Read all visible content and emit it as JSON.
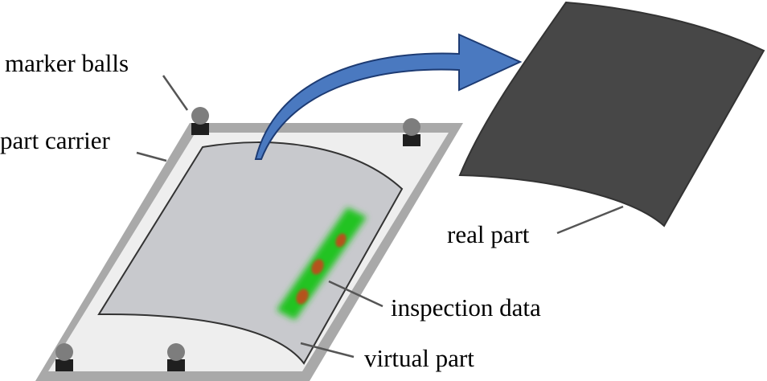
{
  "labels": {
    "marker_balls": "marker balls",
    "part_carrier": "part carrier",
    "real_part": "real part",
    "inspection_data": "inspection data",
    "virtual_part": "virtual part"
  },
  "colors": {
    "carrier_frame": "#a9a9a9",
    "carrier_surface": "#eeeeee",
    "virtual_part": "#c8c9cd",
    "real_part": "#474747",
    "inspection_strip": "#22c322",
    "defect_spots": "#b5521e",
    "arrow_fill": "#4a79c0",
    "arrow_stroke": "#1d3b73",
    "marker_ball": "#7d7d7d",
    "marker_base": "#1f1f1f",
    "leader_line": "#555555"
  }
}
